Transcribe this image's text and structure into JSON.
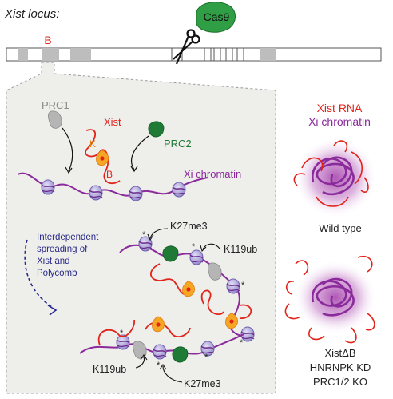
{
  "locus": {
    "title": "Xist locus:",
    "region_label": "B",
    "enzyme": "Cas9"
  },
  "zoom": {
    "prc1": "PRC1",
    "xist": "Xist",
    "k_label": "K",
    "b_label": "B",
    "prc2": "PRC2",
    "xi_chromatin": "Xi chromatin",
    "spreading_text": [
      "Interdependent",
      "spreading of",
      "Xist and",
      "Polycomb"
    ],
    "k27me3_top": "K27me3",
    "k119ub_top": "K119ub",
    "k119ub_bottom": "K119ub",
    "k27me3_bottom": "K27me3",
    "star": "*"
  },
  "legend": {
    "xist_rna": "Xist RNA",
    "xi_chromatin": "Xi chromatin"
  },
  "panels": {
    "wild_type": "Wild type",
    "mutant_lines": [
      "XistΔB",
      "HNRNPK KD",
      "PRC1/2 KO"
    ]
  },
  "colors": {
    "red": "#e2231a",
    "purple": "#8a2a9b",
    "green": "#1f8a3a",
    "grey": "#9a9a9a",
    "orange": "#f5a623",
    "nucleosome": "#9a8fd0",
    "panel": "#eeeeeb"
  }
}
